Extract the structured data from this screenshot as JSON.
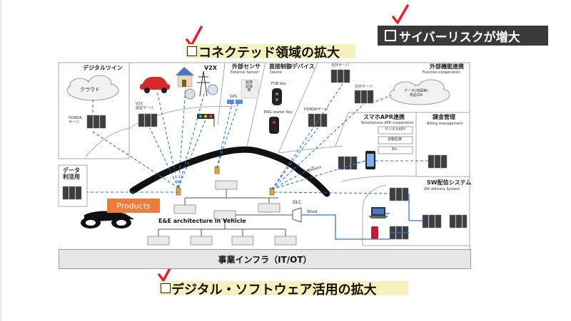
{
  "headings": {
    "top_center": "コネクテッド領域の拡大",
    "top_right": "サイバーリスクが増大",
    "bottom_center": "デジタル・ソフトウェア活用の拡大"
  },
  "sections": {
    "digital_twin": {
      "title": "デジタルツイン",
      "cloud": "クラウド",
      "server": "HONDA\nサーバ"
    },
    "v2x": {
      "title": "V2X",
      "server": "V2X\n認証サーバ"
    },
    "external_sensor": {
      "title": "外部センサ",
      "subtitle": "External Sensor",
      "image_recognition": "画像\n認識\n等",
      "gps": "GPS"
    },
    "direct_control": {
      "title": "直接制御デバイス",
      "subtitle": "Device",
      "fob": "FOB Key",
      "eng": "ENG starter Key"
    },
    "external_function": {
      "title": "外部機能連携",
      "subtitle": "Function cooperation",
      "server1": "社外サーバ",
      "server2": "社外サーバ",
      "cloud": "データ(地図等)\n商品SW",
      "honda_server": "HONDAサーバ"
    },
    "smartphone": {
      "title": "スマホAPR連携",
      "subtitle": "Smartphone APR cooperation",
      "items": [
        "デジタルKEY",
        "自動駐車",
        "Etc"
      ]
    },
    "billing": {
      "title": "課金管理",
      "subtitle": "Billing management"
    },
    "sw_delivery": {
      "title": "SW配信システム",
      "subtitle": "SW delivery System"
    },
    "data_use": {
      "title": "データ\n利活用"
    }
  },
  "labels": {
    "wireless": "Wireless",
    "wired": "Wired",
    "dlc": "DLC",
    "products": "Products",
    "ee_architecture": "E&E architecture in Vehicle",
    "infra": "事業インフラ（IT/OT）"
  },
  "colors": {
    "accent_red": "#e8202a",
    "highlight": "#f6f0bd",
    "products": "#ee7b3a",
    "link_blue": "#2b78d6",
    "cyber_bg": "#3a3a3a"
  }
}
